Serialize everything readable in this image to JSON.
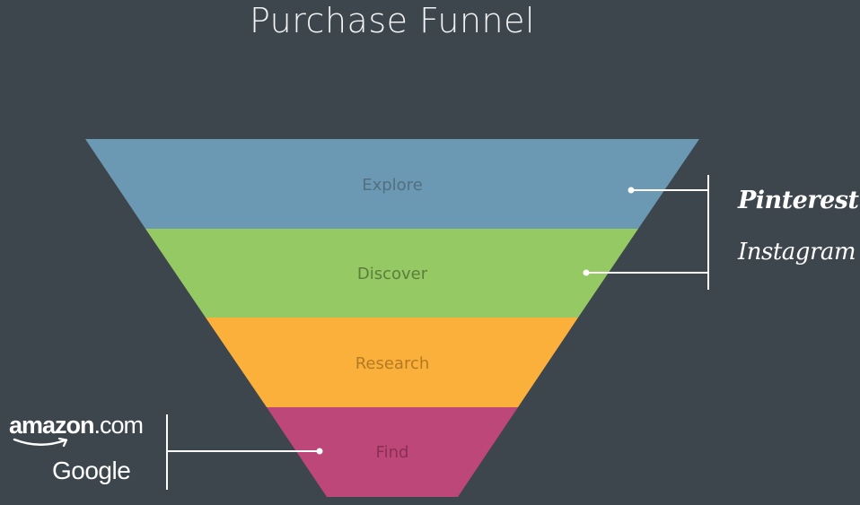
{
  "title": "Purchase Funnel",
  "stages": [
    {
      "label": "Explore",
      "fill": "#6b98b2",
      "text_color": "#52707f"
    },
    {
      "label": "Discover",
      "fill": "#95c963",
      "text_color": "#5d7d3e"
    },
    {
      "label": "Research",
      "fill": "#fbb03b",
      "text_color": "#b27a24"
    },
    {
      "label": "Find",
      "fill": "#bd4778",
      "text_color": "#8a2f56"
    }
  ],
  "social_brands": {
    "pinterest": "Pinterest",
    "instagram": "Instagram"
  },
  "search_brands": {
    "amazon_main": "amazon",
    "amazon_tld": ".com",
    "google": "Google"
  },
  "colors": {
    "background": "#3d454d",
    "connector": "#ffffff",
    "title_text": "#f2f3f4"
  }
}
